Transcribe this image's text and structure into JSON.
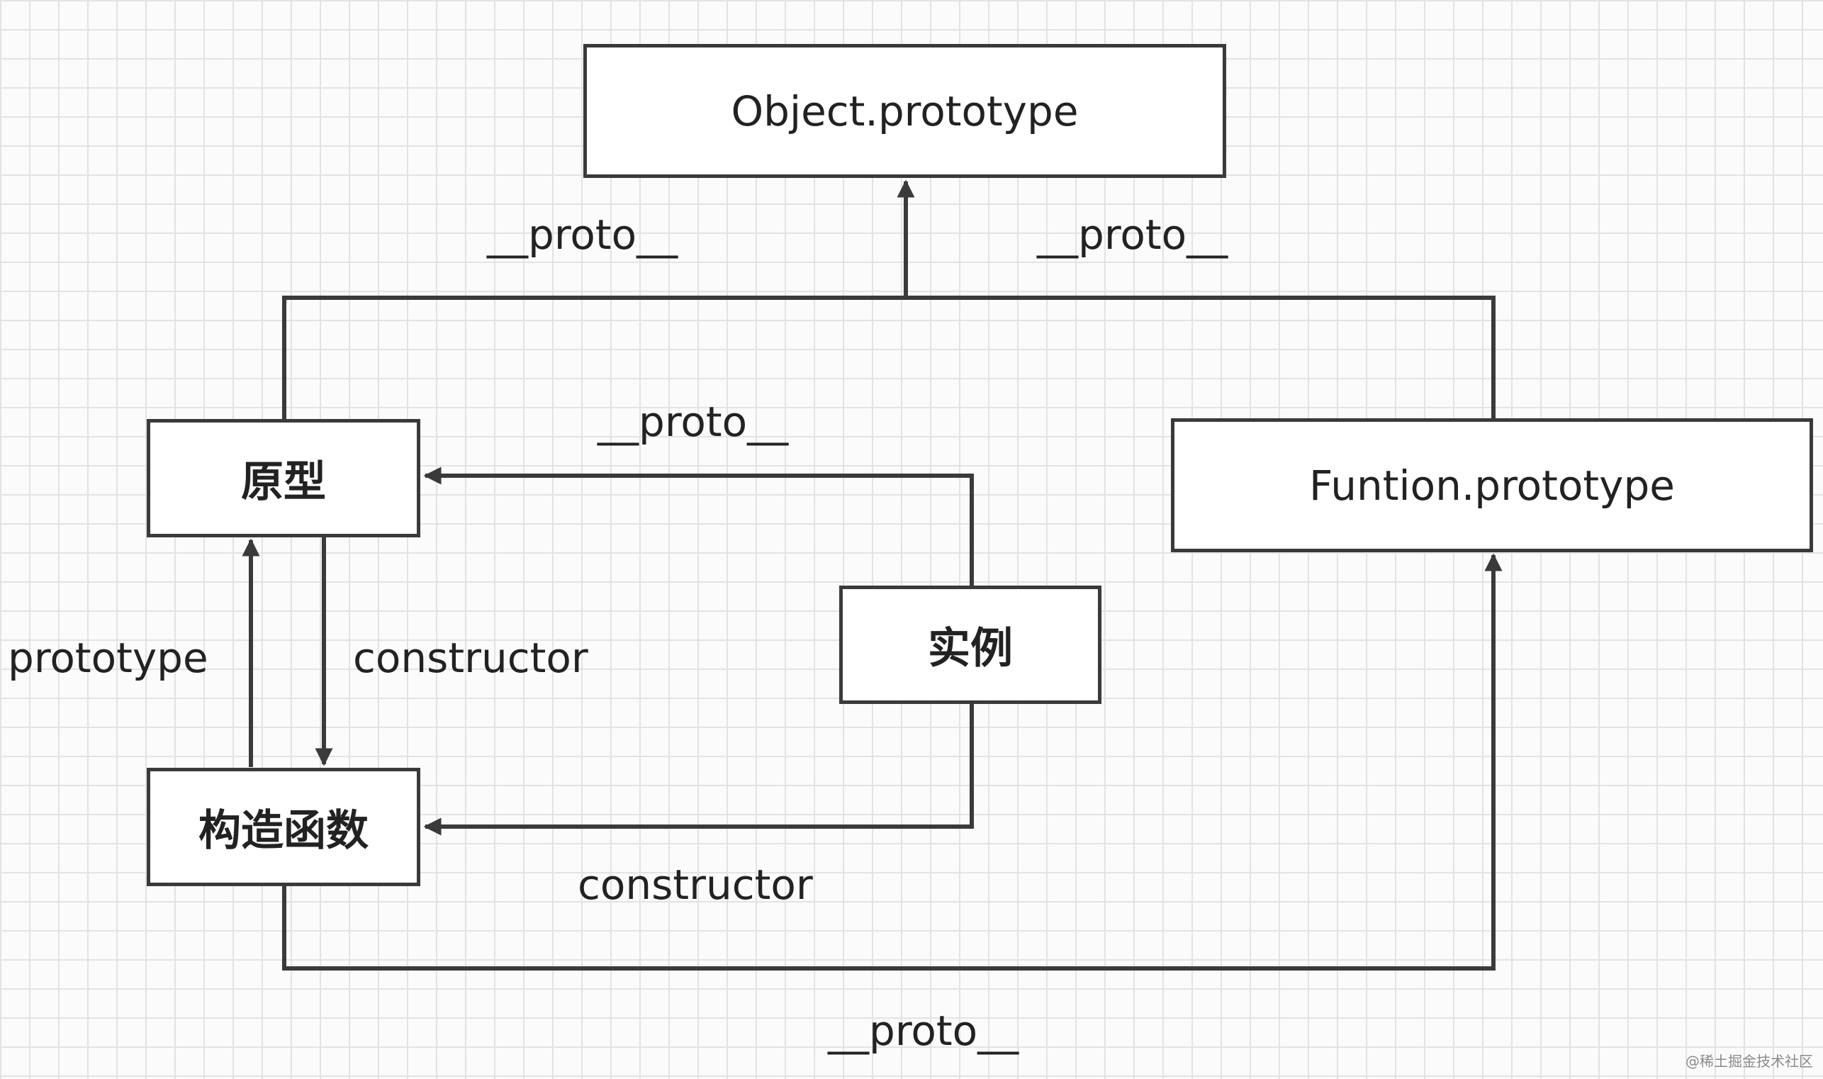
{
  "nodes": {
    "object_prototype": "Object.prototype",
    "prototype_node": "原型",
    "instance_node": "实例",
    "constructor_node": "构造函数",
    "function_prototype": "Funtion.prototype"
  },
  "edge_labels": {
    "proto_left_top": "__proto__",
    "proto_right_top": "__proto__",
    "proto_instance": "__proto__",
    "prototype": "prototype",
    "constructor_left": "constructor",
    "constructor_bottom": "constructor",
    "proto_bottom": "__proto__"
  },
  "colors": {
    "line": "#3a3a3a",
    "grid": "#e3e3e3",
    "background": "#fbfbfb"
  },
  "watermark": "@稀土掘金技术社区"
}
